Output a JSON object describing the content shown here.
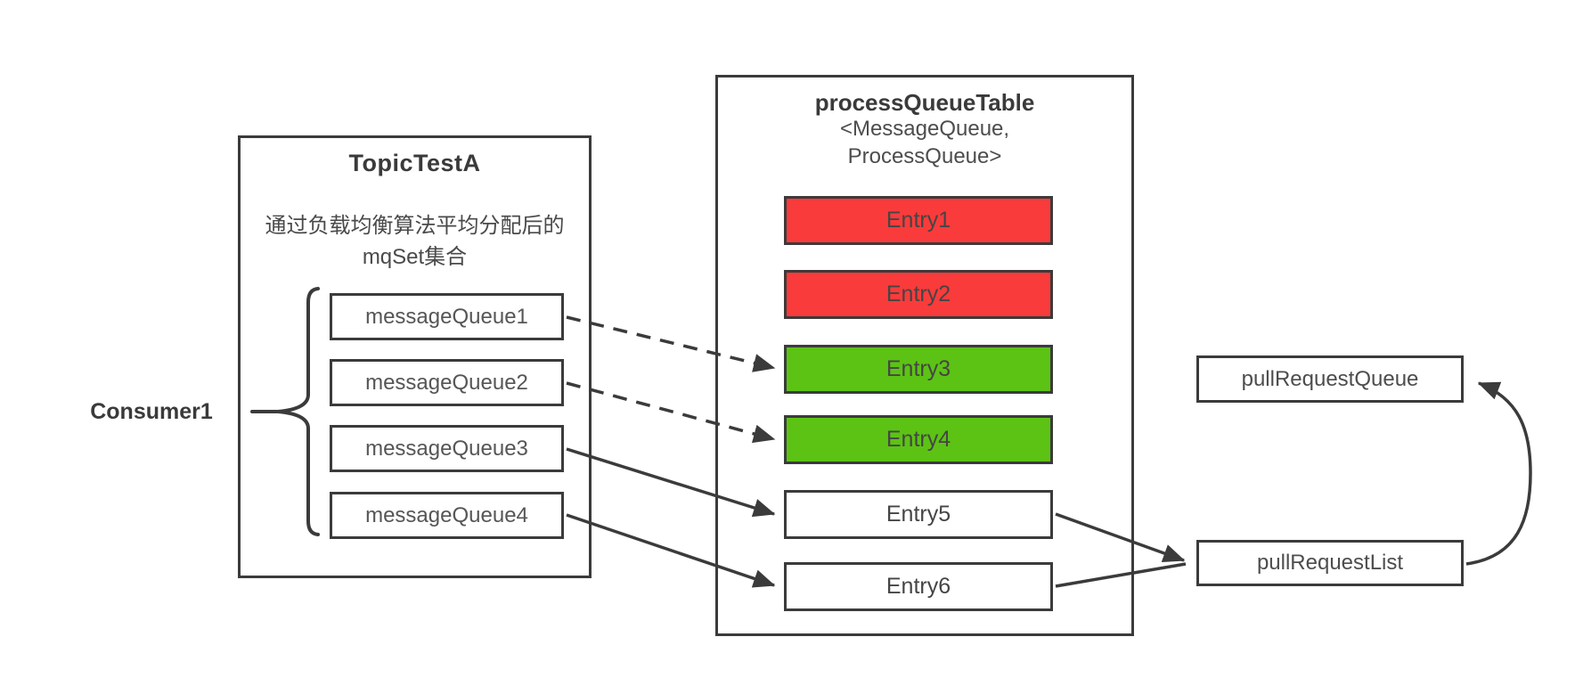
{
  "topic": {
    "title": "TopicTestA",
    "desc_line1": "通过负载均衡算法平均分配后的",
    "desc_line2": "mqSet集合",
    "queues": [
      "messageQueue1",
      "messageQueue2",
      "messageQueue3",
      "messageQueue4"
    ]
  },
  "consumer": {
    "label": "Consumer1"
  },
  "process_table": {
    "title": "processQueueTable",
    "subtitle_line1": "<MessageQueue,",
    "subtitle_line2": "ProcessQueue>",
    "entries": [
      {
        "label": "Entry1",
        "color": "#f93b3b"
      },
      {
        "label": "Entry2",
        "color": "#f93b3b"
      },
      {
        "label": "Entry3",
        "color": "#5cc314"
      },
      {
        "label": "Entry4",
        "color": "#5cc314"
      },
      {
        "label": "Entry5",
        "color": "#ffffff"
      },
      {
        "label": "Entry6",
        "color": "#ffffff"
      }
    ]
  },
  "pull": {
    "queue_label": "pullRequestQueue",
    "list_label": "pullRequestList"
  },
  "colors": {
    "red": "#f93b3b",
    "green": "#5cc314",
    "line": "#3b3b3b"
  }
}
